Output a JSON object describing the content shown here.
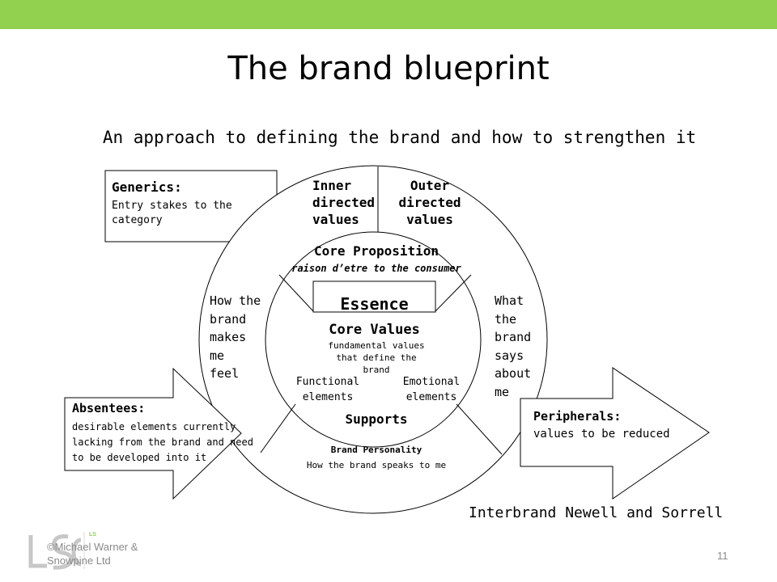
{
  "colors": {
    "accent_bar": "#92d050",
    "footer_text": "#8a8a8a"
  },
  "title": "The brand blueprint",
  "subtitle": "An approach to defining the brand and how to strengthen it",
  "generics": {
    "heading": "Generics:",
    "body": "Entry stakes to the\ncategory"
  },
  "inner_directed": "Inner\ndirected\nvalues",
  "outer_directed": "Outer\ndirected\nvalues",
  "core_proposition": {
    "heading": "Core Proposition",
    "body": "raison d’etre to the consumer"
  },
  "essence": "Essence",
  "core_values": {
    "heading": "Core Values",
    "body": "fundamental values\nthat define the\nbrand"
  },
  "functional": "Functional\nelements",
  "emotional": "Emotional\nelements",
  "supports": "Supports",
  "brand_personality": {
    "heading": "Brand Personality",
    "body": "How the brand speaks to me"
  },
  "left_side": "How the\nbrand\nmakes\nme\nfeel",
  "right_side": "What\nthe\nbrand\nsays\nabout\nme",
  "absentees": {
    "heading": "Absentees:",
    "body": "desirable elements currently\nlacking from the brand and need\nto be developed into it"
  },
  "peripherals": {
    "heading": "Peripherals:",
    "body": "values to be reduced"
  },
  "credit": "Interbrand Newell and Sorrell",
  "footer": {
    "copyright": "©Michael Warner &\nSnowpine Ltd",
    "page_number": "11",
    "logo_text": "LS"
  }
}
